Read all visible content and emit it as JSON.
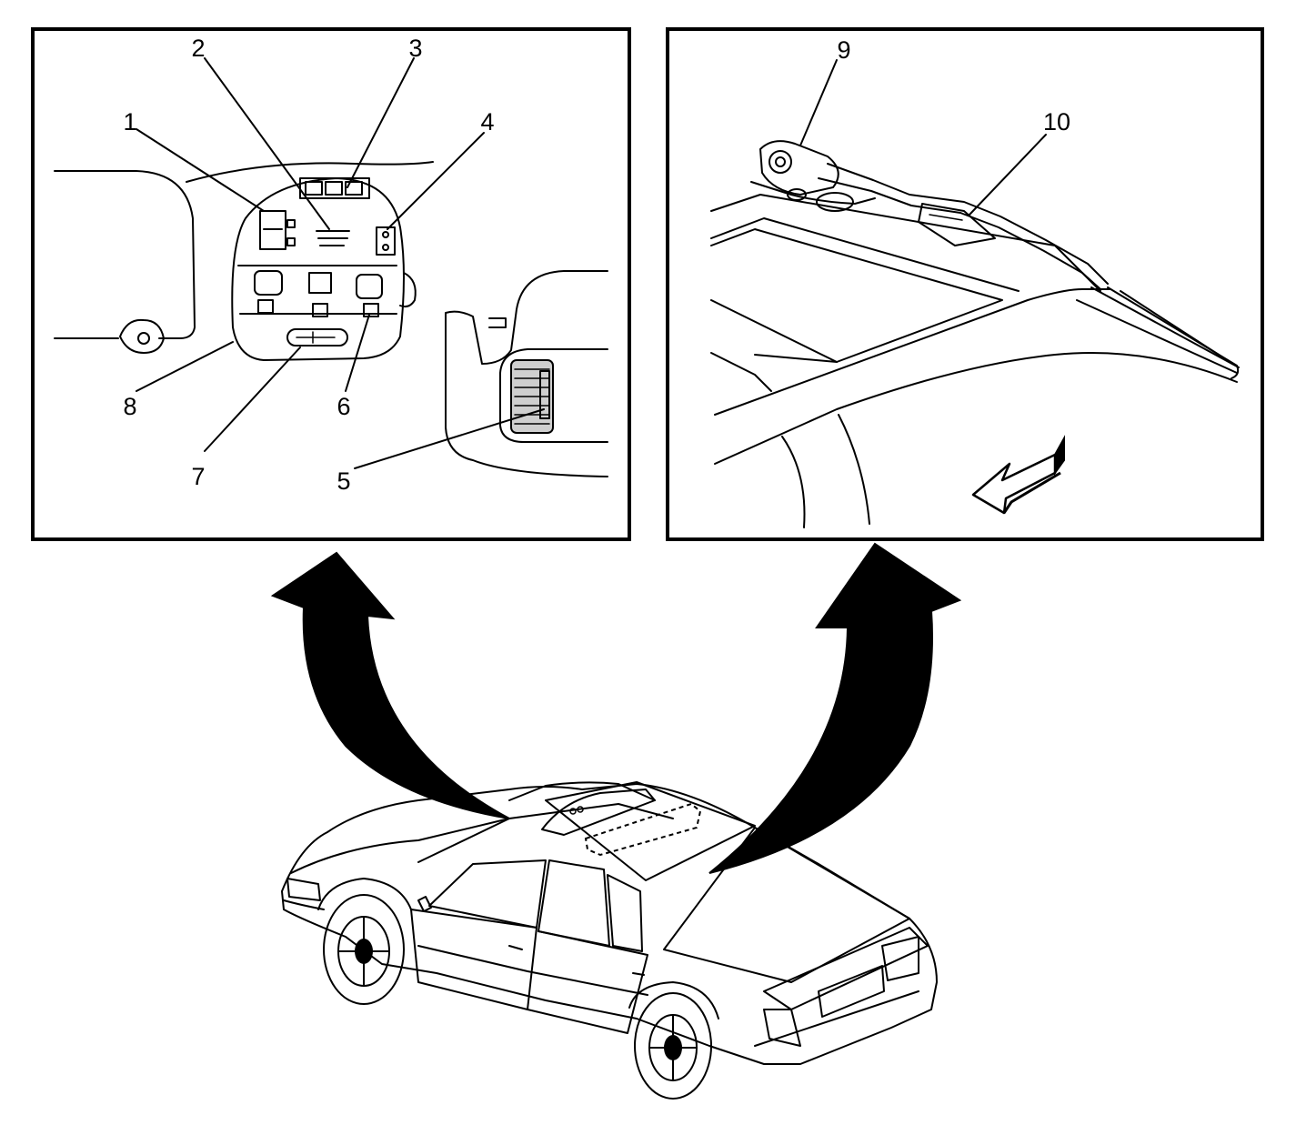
{
  "callouts": {
    "c1": "1",
    "c2": "2",
    "c3": "3",
    "c4": "4",
    "c5": "5",
    "c6": "6",
    "c7": "7",
    "c8": "8",
    "c9": "9",
    "c10": "10"
  },
  "colors": {
    "ink": "#000000",
    "paper": "#ffffff"
  },
  "icons": {
    "left_arrow": "curved-arrow-icon",
    "right_arrow": "curved-arrow-icon",
    "direction": "front-direction-arrow-icon"
  }
}
